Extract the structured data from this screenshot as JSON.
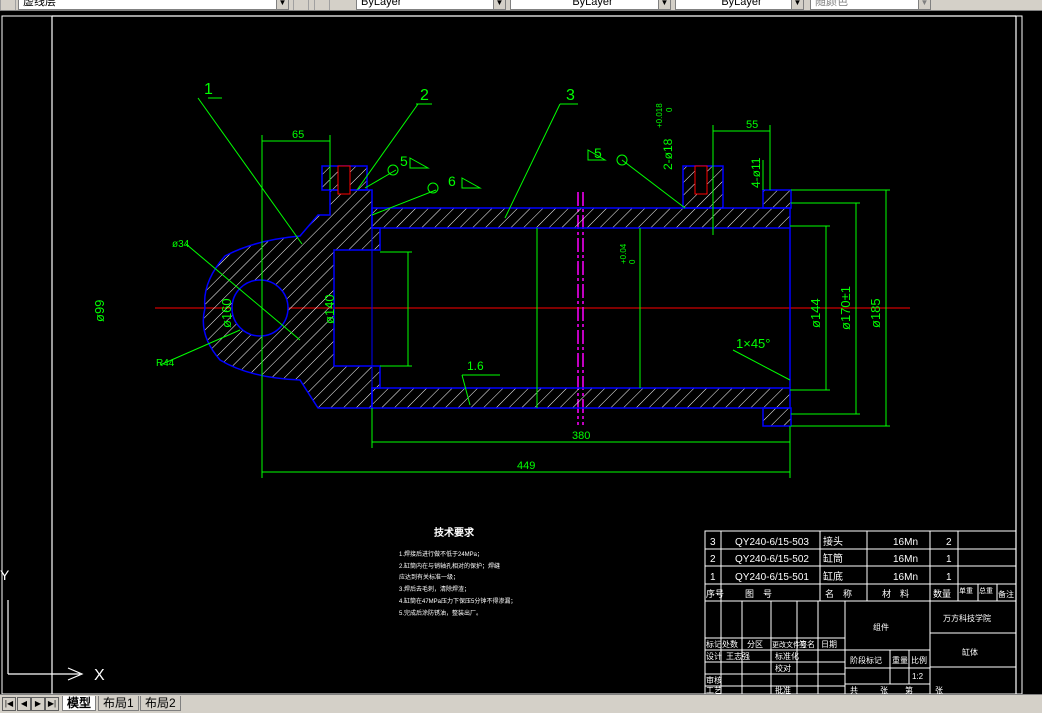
{
  "toolbar": {
    "layer_name": "虚线层",
    "color": "ByLayer",
    "linetype": "ByLayer",
    "lineweight": "ByLayer",
    "plotstyle": "随颜色"
  },
  "drawing": {
    "balloons": [
      "1",
      "2",
      "3"
    ],
    "dims": {
      "d65": "65",
      "d55": "55",
      "d380": "380",
      "d449": "449",
      "phi34": "ø34",
      "r44": "R44",
      "phi99": "ø99",
      "phi160": "ø160",
      "phi140": "ø140",
      "tol140": "+0.04",
      "tol140b": "0",
      "phi144": "ø144",
      "phi170": "ø170±1",
      "phi185": "ø185",
      "hole18": "2-ø18",
      "tol18": "+0.018",
      "tol18b": "0",
      "hole11": "4-ø11",
      "chamfer": "1×45°",
      "rough": "1.6",
      "weld5a": "5",
      "weld6": "6",
      "weld5b": "5"
    }
  },
  "tech_req": {
    "title": "技术要求",
    "items": [
      "1.焊接后进行做不低于24MPa；",
      "2.缸筒内在与销轴孔相对的保护；焊缝",
      "   应达到有关标准一级；",
      "3.焊后去毛刺，清除焊渣；",
      "4.缸筒在47MPa压力下保压5分钟不得渗漏；",
      "5.完成后涂防锈油，整装出厂。"
    ]
  },
  "bom": {
    "rows": [
      {
        "no": "3",
        "code": "QY240-6/15-503",
        "name": "接头",
        "material": "16Mn",
        "qty": "2"
      },
      {
        "no": "2",
        "code": "QY240-6/15-502",
        "name": "缸筒",
        "material": "16Mn",
        "qty": "1"
      },
      {
        "no": "1",
        "code": "QY240-6/15-501",
        "name": "缸底",
        "material": "16Mn",
        "qty": "1"
      }
    ],
    "header": {
      "no": "序号",
      "code": "图　号",
      "name": "名　称",
      "material": "材　料",
      "qty": "数量",
      "unit": "单重",
      "total": "总重",
      "note": "备注"
    }
  },
  "title_block": {
    "part": "组件",
    "company": "万方科技学院",
    "assembly": "缸体",
    "row1": [
      "标记",
      "处数",
      "分区",
      "更改文件号",
      "签名",
      "日期"
    ],
    "row2": [
      "设计",
      "王志强",
      "标准化"
    ],
    "row3": [
      "审核",
      "工艺",
      "批准"
    ],
    "stage": "阶段标记",
    "weight": "重量",
    "scale": "比例",
    "scale_value": "1:2",
    "sheets": [
      "共",
      "张",
      "第",
      "张"
    ],
    "check": "校对"
  },
  "ucs": {
    "x": "X",
    "y": "Y"
  },
  "tabs": [
    "模型",
    "布局1",
    "布局2"
  ],
  "colors": {
    "outline": "#0000ff",
    "dim": "#00ff00",
    "center": "#ff0000",
    "hatch": "#ffffff",
    "frame": "#ffffff"
  }
}
